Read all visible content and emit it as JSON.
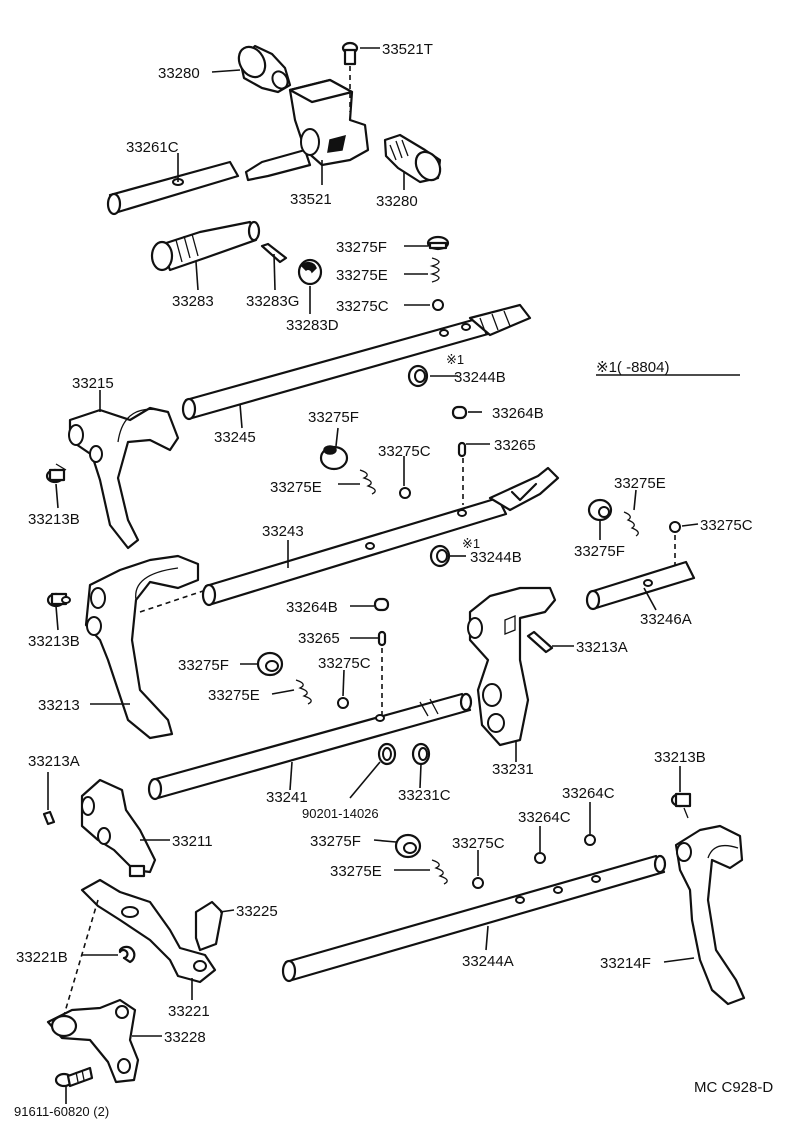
{
  "labels": {
    "p33280a": "33280",
    "p33521t": "33521T",
    "p33261c": "33261C",
    "p33521": "33521",
    "p33280b": "33280",
    "p33275f_a": "33275F",
    "p33275e_a": "33275E",
    "p33275c_a": "33275C",
    "p33283": "33283",
    "p33283g": "33283G",
    "p33283d": "33283D",
    "p33244b_a": "33244B",
    "p33215": "33215",
    "p33245": "33245",
    "p33275f_b": "33275F",
    "p33275c_b": "33275C",
    "p33264b_a": "33264B",
    "p33265_a": "33265",
    "p33275e_b": "33275E",
    "p33213b_a": "33213B",
    "p33243": "33243",
    "p33244b_b": "33244B",
    "p33275e_c": "33275E",
    "p33275c_c": "33275C",
    "p33275f_c": "33275F",
    "p33246a": "33246A",
    "p33213b_b": "33213B",
    "p33264b_b": "33264B",
    "p33265_b": "33265",
    "p33213a_a": "33213A",
    "p33275f_d": "33275F",
    "p33275c_d": "33275C",
    "p33275e_d": "33275E",
    "p33213": "33213",
    "p33213a_b": "33213A",
    "p33241": "33241",
    "p90201": "90201-14026",
    "p33231c": "33231C",
    "p33231": "33231",
    "p33213b_c": "33213B",
    "p33264c_a": "33264C",
    "p33264c_b": "33264C",
    "p33211": "33211",
    "p33275f_e": "33275F",
    "p33275c_e": "33275C",
    "p33275e_e": "33275E",
    "p33225": "33225",
    "p33221b": "33221B",
    "p33244a": "33244A",
    "p33214f": "33214F",
    "p33221": "33221",
    "p33228": "33228",
    "p91611": "91611-60820 (2)"
  },
  "notes": {
    "star_mark_a": "※1",
    "star_mark_b": "※1",
    "legend": "※1(     -8804)",
    "code": "MC C928-D"
  }
}
